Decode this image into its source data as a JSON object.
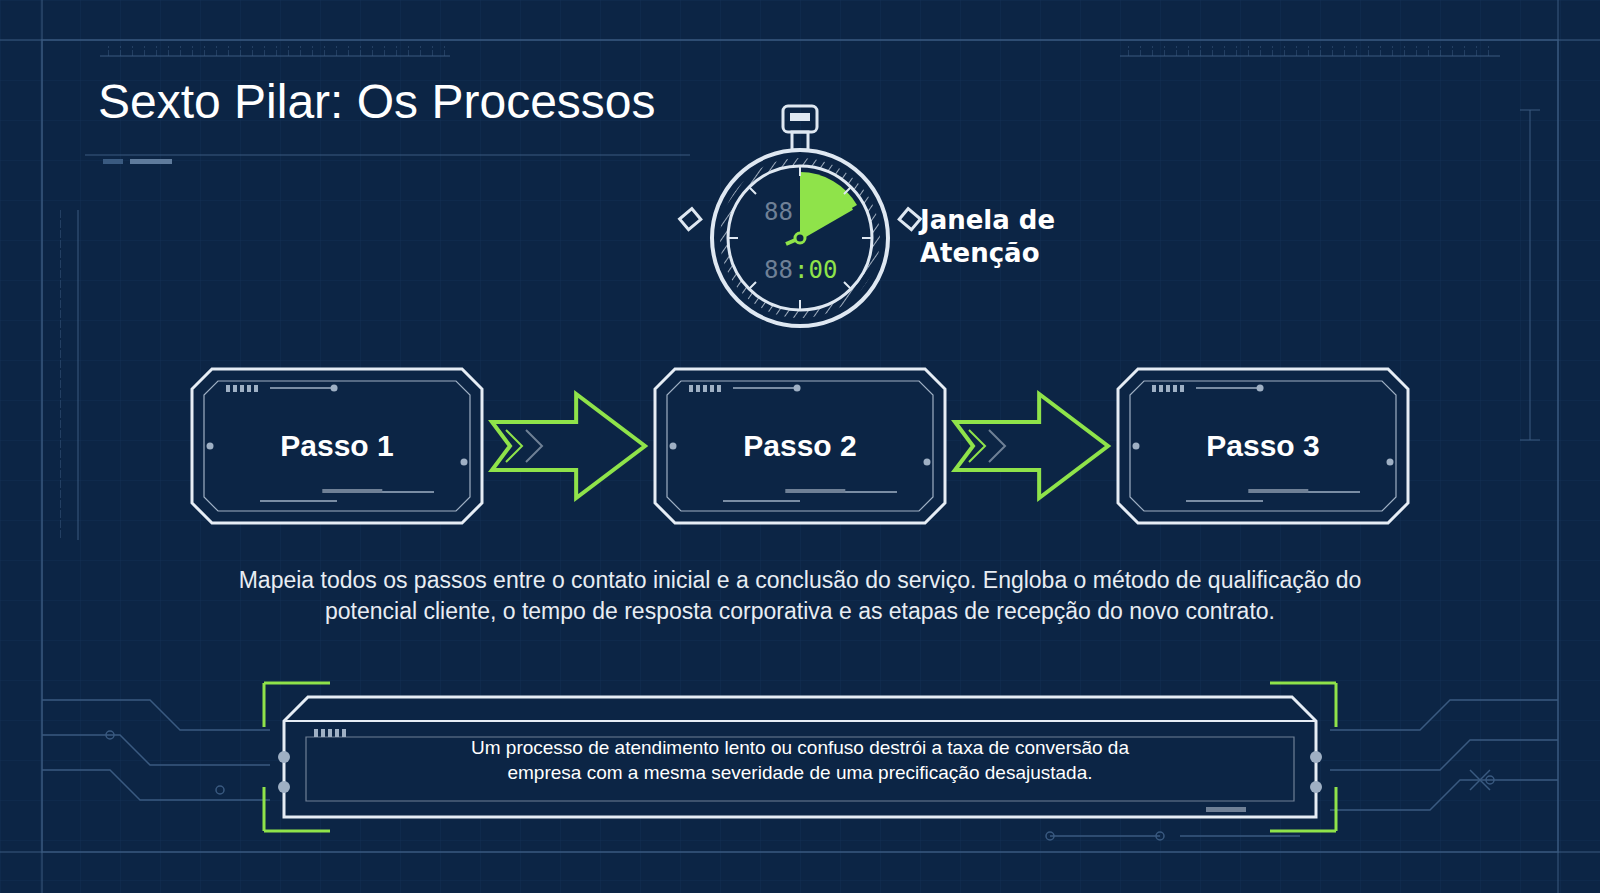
{
  "diagram": {
    "title": "Sexto Pilar: Os Processos",
    "nodes": [
      {
        "text": [
          "Passo 1"
        ]
      },
      {
        "text": [
          "Passo 2"
        ]
      },
      {
        "text": [
          "Passo 3"
        ]
      },
      {
        "text": [
          "Um processo de atendimento lento ou confuso destrói a taxa de conversão da empresa com a mesma severidade de uma precificação desajustada."
        ]
      }
    ],
    "edges": [
      {
        "from": 0,
        "to": 1,
        "arrow": "to"
      },
      {
        "from": 1,
        "to": 2,
        "arrow": "to"
      }
    ],
    "labels": [
      "Janela de Atenção",
      "88",
      "88",
      ":00",
      "Mapeia todos os passos entre o contato inicial e a conclusão do serviço. Engloba o método de qualificação do potencial cliente, o tempo de resposta corporativa e as etapas de recepção do novo contrato."
    ]
  }
}
